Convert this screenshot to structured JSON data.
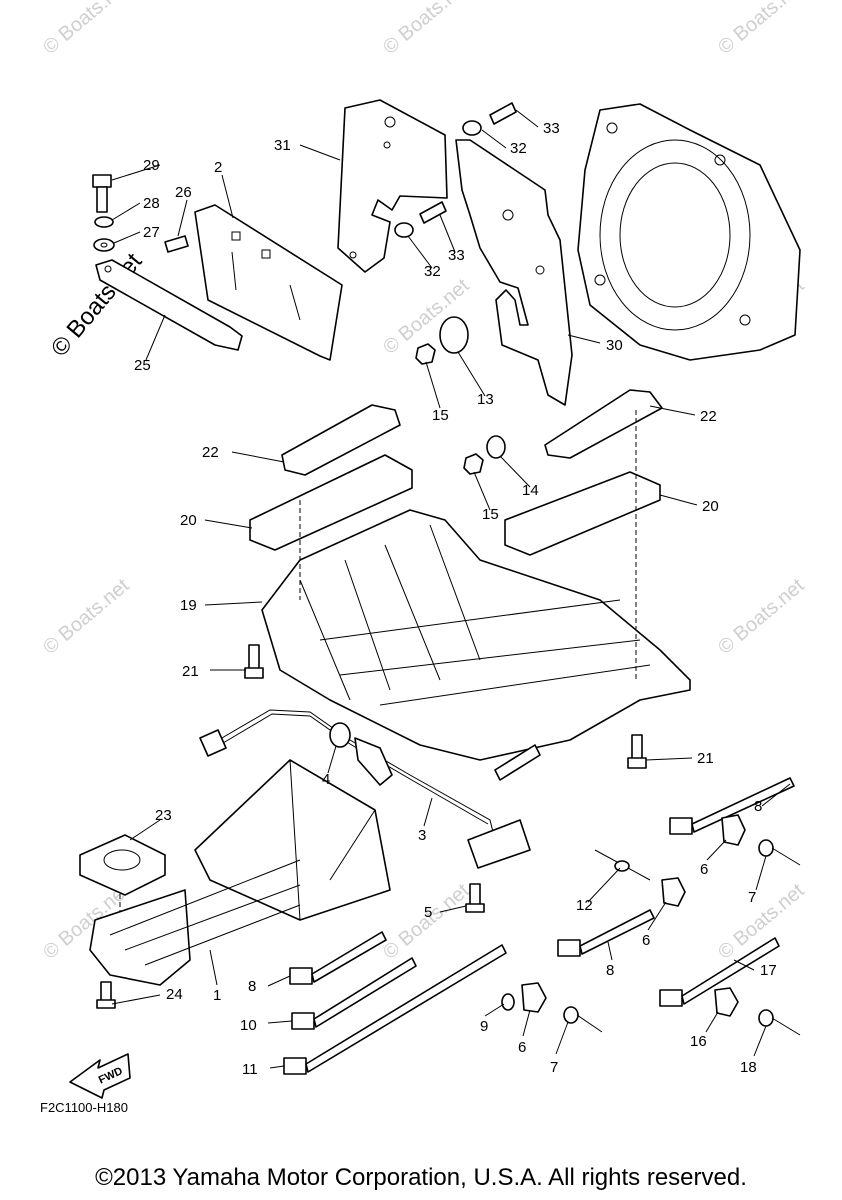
{
  "reference_code": "F2C1100-H180",
  "copyright": "©2013 Yamaha Motor Corporation, U.S.A. All rights reserved.",
  "watermark": "© Boats.net",
  "fwd_label": "FWD",
  "callouts": {
    "n1": "1",
    "n2": "2",
    "n3": "3",
    "n4": "4",
    "n5": "5",
    "n6": "6",
    "n7": "7",
    "n8": "8",
    "n9": "9",
    "n10": "10",
    "n11": "11",
    "n12": "12",
    "n13": "13",
    "n14": "14",
    "n15": "15",
    "n16": "16",
    "n17": "17",
    "n18": "18",
    "n19": "19",
    "n20": "20",
    "n21": "21",
    "n22": "22",
    "n23": "23",
    "n24": "24",
    "n25": "25",
    "n26": "26",
    "n27": "27",
    "n28": "28",
    "n29": "29",
    "n30": "30",
    "n31": "31",
    "n32": "32",
    "n33": "33"
  }
}
